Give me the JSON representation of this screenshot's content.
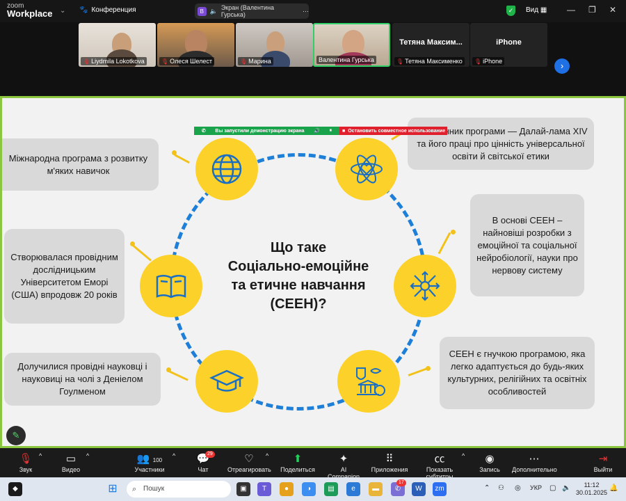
{
  "topbar": {
    "logo_top": "zoom",
    "logo_bottom": "Workplace",
    "conference": "Конференция",
    "screen_badge": "В",
    "screen_label": "Экран (Валентина Гурська)",
    "view_label": "Вид"
  },
  "participants": [
    {
      "name": "Liydmila Lokotkova"
    },
    {
      "name": "Олеся Шелест"
    },
    {
      "name": "Марина"
    },
    {
      "name": "Валентина Гурська"
    },
    {
      "name": "Тетяна Максименко",
      "display": "Тетяна  Максим..."
    },
    {
      "name": "iPhone",
      "display": "iPhone"
    }
  ],
  "share_bar": {
    "notice": "Вы запустили демонстрацию экрана",
    "stop": "Остановить совместное использование"
  },
  "slide": {
    "title_lines": [
      "Що таке",
      "Соціально-емоційне",
      "та етичне навчання",
      "(СЕЕН)?"
    ],
    "box1": "Міжнародна програма з розвитку м'яких навичок",
    "box2": "Натхненник програми — Далай-лама XIV та його праці про цінність універсальної освіти й світської етики",
    "box3": "В основі СЕЕН – найновіші розробки з емоційної та соціальної нейробіології, науки про нервову систему",
    "box4": "Створювалася провідним дослідницьким Університетом Еморі (США) впродовж 20 років",
    "box5": "Долучилися провідні науковці і науковиці на чолі з Деніелом Гоулменом",
    "box6": "СЕЕН є гнучкою програмою, яка легко адаптується до будь-яких культурних, релігійних та освітніх особливостей",
    "icons": [
      "globe-icon",
      "atom-heart-icon",
      "book-icon",
      "neuron-icon",
      "graduation-cap-icon",
      "culture-icon"
    ]
  },
  "toolbar": {
    "audio": "Звук",
    "video": "Видео",
    "participants": "Участники",
    "participants_count": "100",
    "chat": "Чат",
    "chat_badge": "29",
    "react": "Отреагировать",
    "share": "Поделиться",
    "ai": "AI Companion",
    "apps": "Приложения",
    "apps_badge": "17",
    "captions": "Показать субтитры",
    "record": "Запись",
    "more": "Дополнительно",
    "leave": "Выйти"
  },
  "taskbar": {
    "search": "Пошук",
    "lang": "УКР",
    "time": "11:12",
    "date": "30.01.2025"
  },
  "colors": {
    "accent_blue": "#1e7fd8",
    "yellow": "#fcd12a",
    "slide_border": "#8cc63f"
  }
}
